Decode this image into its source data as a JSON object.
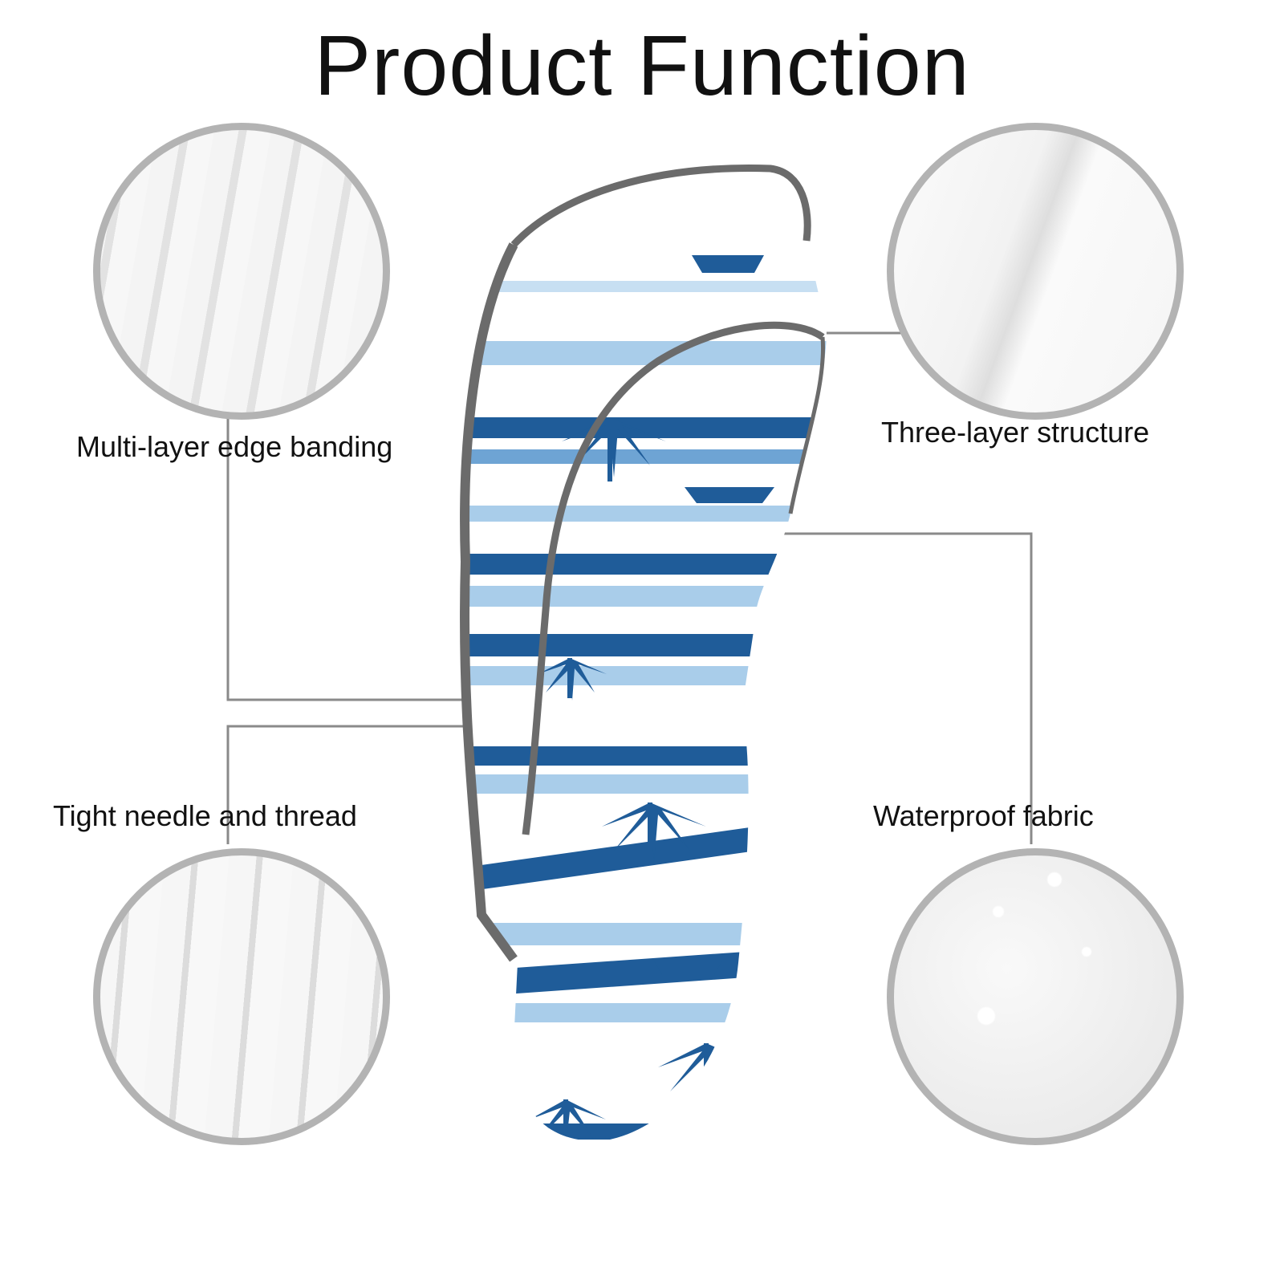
{
  "title": "Product Function",
  "features": {
    "edge_banding": "Multi-layer edge banding",
    "three_layer": "Three-layer structure",
    "needle_thread": "Tight needle and thread",
    "waterproof": "Waterproof fabric"
  },
  "colors": {
    "circle_border": "#b3b3b3",
    "leader_line": "#8a8a8a",
    "stripe_dark": "#1f5c99",
    "stripe_light": "#a9cdea",
    "trim": "#6b6b6b"
  }
}
